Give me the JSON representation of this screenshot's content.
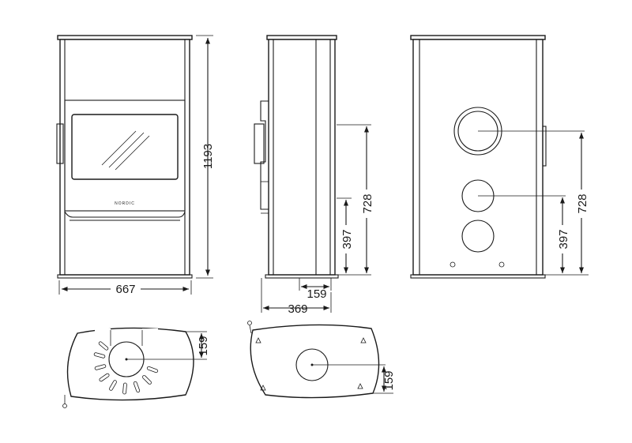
{
  "views": {
    "front": {
      "width": "667",
      "height": "1193",
      "badge": "NORDIC"
    },
    "side": {
      "depth": "369",
      "offset": "159"
    },
    "back": {
      "upper_outlet_height": "728",
      "lower_outlet_height": "397"
    },
    "side_outlets": {
      "upper_outlet_height": "728",
      "lower_outlet_height": "397"
    },
    "top": {
      "offset": "159"
    },
    "bottom": {
      "offset": "159"
    }
  },
  "colors": {
    "line": "#1a1a1a",
    "background": "#ffffff"
  }
}
